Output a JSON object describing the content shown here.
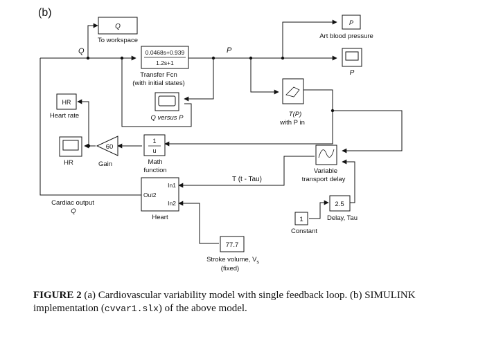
{
  "panel_label": "(b)",
  "blocks": {
    "to_workspace": {
      "value": "Q",
      "label": "To workspace"
    },
    "art_pressure_out": {
      "value": "P",
      "label": "Art blood pressure"
    },
    "p_scope": {
      "label": "P"
    },
    "transfer_fcn": {
      "numerator": "0.0468s+0.939",
      "denominator": "1.2s+1",
      "label1": "Transfer Fcn",
      "label2": "(with initial states)"
    },
    "q_vs_p": {
      "label": "Q versus P"
    },
    "tp": {
      "label1": "T(P)",
      "label2": "with P in"
    },
    "hr_out": {
      "value": "HR",
      "label": "Heart rate"
    },
    "hr_scope": {
      "label": "HR"
    },
    "gain": {
      "value": "60",
      "label": "Gain"
    },
    "math_fn": {
      "numerator": "1",
      "denominator": "u",
      "label1": "Math",
      "label2": "function"
    },
    "vtd": {
      "label1": "Variable",
      "label2": "transport delay"
    },
    "heart": {
      "port_out": "Out2",
      "port_in1": "In1",
      "port_in2": "In2",
      "label": "Heart"
    },
    "delay": {
      "value": "2.5",
      "label": "Delay, Tau"
    },
    "constant": {
      "value": "1",
      "label": "Constant"
    },
    "stroke": {
      "value": "77.7",
      "label1": "Stroke volume, V",
      "label1_sub": "s",
      "label2": "(fixed)"
    }
  },
  "signals": {
    "q": "Q",
    "p": "P",
    "t_tau": "T (t - Tau)",
    "cardiac_output_label": "Cardiac output",
    "cardiac_output_symbol": "Q"
  },
  "caption": {
    "figure": "FIGURE 2",
    "text_a": " (a) Cardiovascular variability model with single feedback loop. (b) SIMULINK implementation (",
    "code": "cvvar1.slx",
    "text_b": ") of the above model."
  }
}
